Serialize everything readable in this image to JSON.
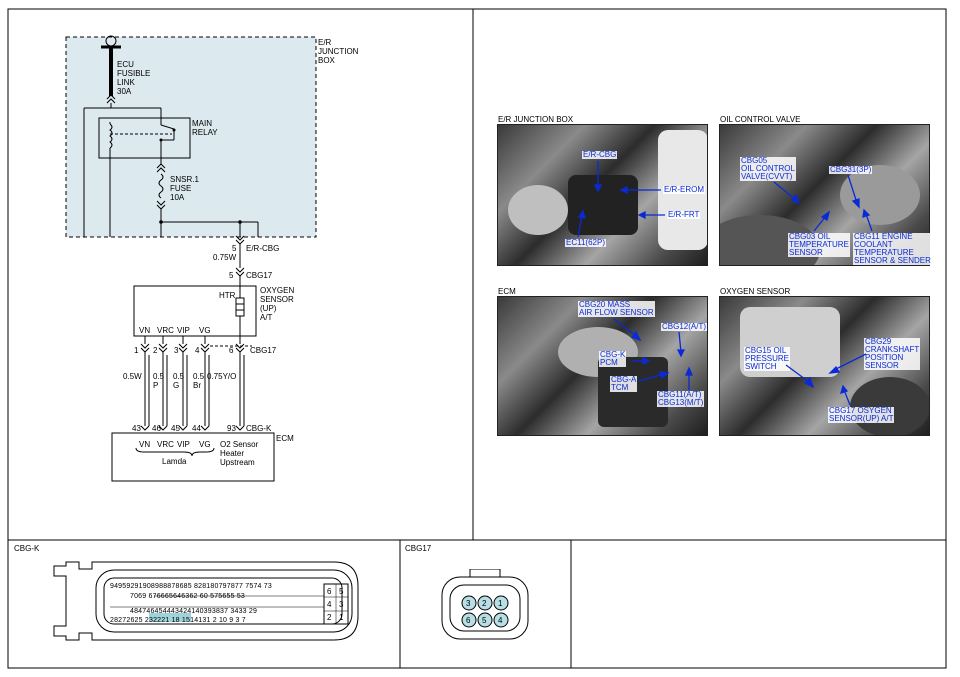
{
  "schematic": {
    "junction_box_label": "E/R\nJUNCTION\nBOX",
    "fusible_link_label": "ECU\nFUSIBLE\nLINK\n30A",
    "main_relay_label": "MAIN\nRELAY",
    "fuse_label": "SNSR.1\nFUSE\n10A",
    "er_cbg_pin": "5",
    "er_cbg_wire": "0.75W",
    "er_cbg_connector": "E/R-CBG",
    "cbg17_top_pin": "5",
    "cbg17_top_connector": "CBG17",
    "htr_label": "HTR",
    "oxygen_sensor_label": "OXYGEN\nSENSOR\n(UP)\nA/T",
    "sensor_pins": [
      "VN",
      "VRC",
      "VIP",
      "VG"
    ],
    "cbg17_bottom_pins": [
      "1",
      "2",
      "3",
      "4",
      "6"
    ],
    "cbg17_bottom_connector": "CBG17",
    "wire_colors": [
      "0.5W",
      "0.5\nP",
      "0.5\nG",
      "0.5\nBr",
      "0.75Y/O"
    ],
    "ecm_pins": [
      "43",
      "46",
      "45",
      "44",
      "93"
    ],
    "ecm_connector": "CBG-K",
    "ecm_signal_labels": [
      "VN",
      "VRC",
      "VIP",
      "VG"
    ],
    "lamda_label": "Lamda",
    "o2_heater_label": "O2 Sensor\nHeater\nUpstream",
    "ecm_label": "ECM"
  },
  "photos": [
    {
      "title": "E/R JUNCTION BOX",
      "callouts": [
        "E/R-CBG",
        "E/R-EROM",
        "E/R-FRT",
        "EC11(62P)"
      ]
    },
    {
      "title": "OIL CONTROL VALVE",
      "callouts": [
        "CBG05\nOIL CONTROL\nVALVE(CVVT)",
        "CBG31(3P)",
        "CBG03 OIL\nTEMPERATURE\nSENSOR",
        "CBG11 ENGINE\nCOOLANT\nTEMPERATURE\nSENSOR & SENDER"
      ]
    },
    {
      "title": "ECM",
      "callouts": [
        "CBG20 MASS\nAIR FLOW SENSOR",
        "CBG12(A/T)",
        "CBG-K\nPCM",
        "CBG-A\nTCM",
        "CBG11(A/T)\nCBG13(M/T)"
      ]
    },
    {
      "title": "OXYGEN SENSOR",
      "callouts": [
        "CBG15 OIL\nPRESSURE\nSWITCH",
        "CBG29\nCRANKSHAFT\nPOSITION\nSENSOR",
        "CBG17 OSYGEN\nSENSOR(UP) A/T"
      ]
    }
  ],
  "connector_cbgk": {
    "title": "CBG-K",
    "rows": [
      "94959291908988878685    828180797877    7574 73",
      "7069    676665646362    60    575655     53",
      "484746454443424140393837    3433        29",
      "28272625    232221      18      1514131 2    10 9 3 7"
    ],
    "side_pins": [
      [
        "6",
        "5"
      ],
      [
        "4",
        "3"
      ],
      [
        "2",
        "1"
      ]
    ]
  },
  "connector_cbg17": {
    "title": "CBG17",
    "top_pins": [
      "3",
      "2",
      "1"
    ],
    "bottom_pins": [
      "6",
      "5",
      "4"
    ]
  },
  "colors": {
    "callout": "#0a2ad8",
    "junction_fill": "#dce9ee",
    "pin_fill": "#b8dfe6",
    "highlight": "#9fd3db"
  }
}
